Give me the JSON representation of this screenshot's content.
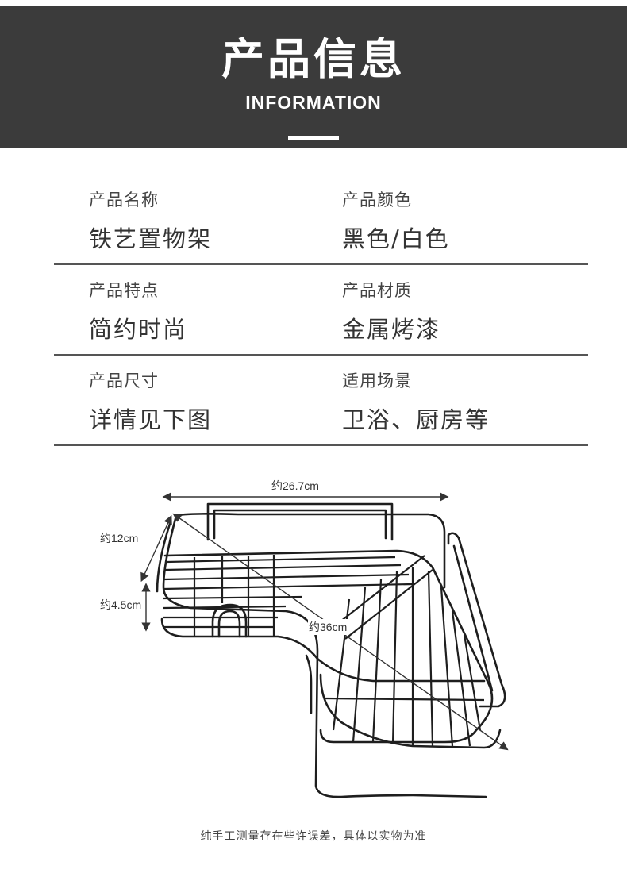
{
  "header": {
    "title": "产品信息",
    "subtitle": "INFORMATION"
  },
  "info_rows": [
    {
      "left": {
        "label": "产品名称",
        "value": "铁艺置物架"
      },
      "right": {
        "label": "产品颜色",
        "value": "黑色/白色"
      }
    },
    {
      "left": {
        "label": "产品特点",
        "value": "简约时尚"
      },
      "right": {
        "label": "产品材质",
        "value": "金属烤漆"
      }
    },
    {
      "left": {
        "label": "产品尺寸",
        "value": "详情见下图"
      },
      "right": {
        "label": "适用场景",
        "value": "卫浴、厨房等"
      }
    }
  ],
  "dimensions": {
    "width": "约26.7cm",
    "height": "约12cm",
    "hook": "约4.5cm",
    "diagonal": "约36cm"
  },
  "footer": {
    "note": "纯手工测量存在些许误差，具体以实物为准"
  },
  "colors": {
    "header_bg": "#3b3b3b",
    "divider": "#555555",
    "rack": "#1e1e1e"
  }
}
